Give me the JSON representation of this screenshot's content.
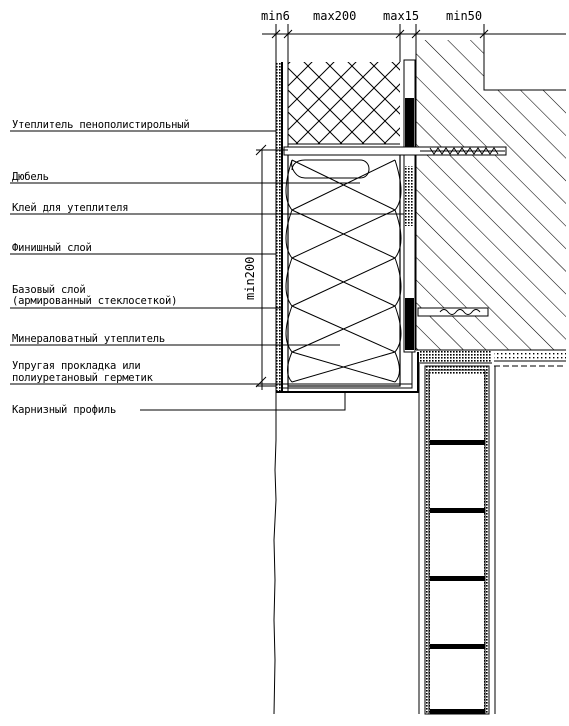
{
  "dimensions": {
    "top": [
      "min6",
      "max200",
      "max15",
      "min50"
    ],
    "side": "min200"
  },
  "labels": [
    "Утеплитель пенополистирольный",
    "Дюбель",
    "Клей для утеплителя",
    "Финишный слой",
    "Базовый слой",
    "(армированный стеклосеткой)",
    "Минераловатный утеплитель",
    "Упругая прокладка или",
    "полиуретановый герметик",
    "Карнизный профиль"
  ],
  "colors": {
    "ink": "#000000",
    "background": "#ffffff"
  }
}
